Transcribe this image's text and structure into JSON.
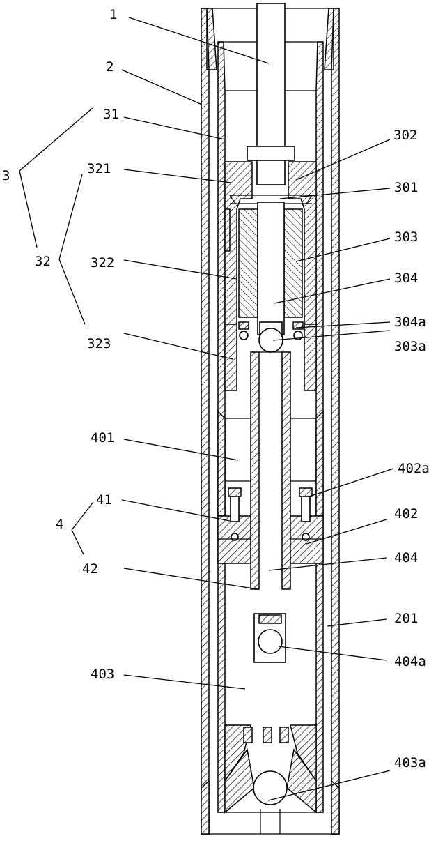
{
  "labels": [
    {
      "id": "1",
      "text": "1"
    },
    {
      "id": "2",
      "text": "2"
    },
    {
      "id": "31",
      "text": "31"
    },
    {
      "id": "3",
      "text": "3"
    },
    {
      "id": "321",
      "text": "321"
    },
    {
      "id": "302",
      "text": "302"
    },
    {
      "id": "301",
      "text": "301"
    },
    {
      "id": "32",
      "text": "32"
    },
    {
      "id": "322",
      "text": "322"
    },
    {
      "id": "303",
      "text": "303"
    },
    {
      "id": "304",
      "text": "304"
    },
    {
      "id": "304a",
      "text": "304a"
    },
    {
      "id": "323",
      "text": "323"
    },
    {
      "id": "303a",
      "text": "303a"
    },
    {
      "id": "401",
      "text": "401"
    },
    {
      "id": "402a",
      "text": "402a"
    },
    {
      "id": "41",
      "text": "41"
    },
    {
      "id": "4",
      "text": "4"
    },
    {
      "id": "402",
      "text": "402"
    },
    {
      "id": "42",
      "text": "42"
    },
    {
      "id": "404",
      "text": "404"
    },
    {
      "id": "201",
      "text": "201"
    },
    {
      "id": "404a",
      "text": "404a"
    },
    {
      "id": "403",
      "text": "403"
    },
    {
      "id": "403a",
      "text": "403a"
    }
  ]
}
